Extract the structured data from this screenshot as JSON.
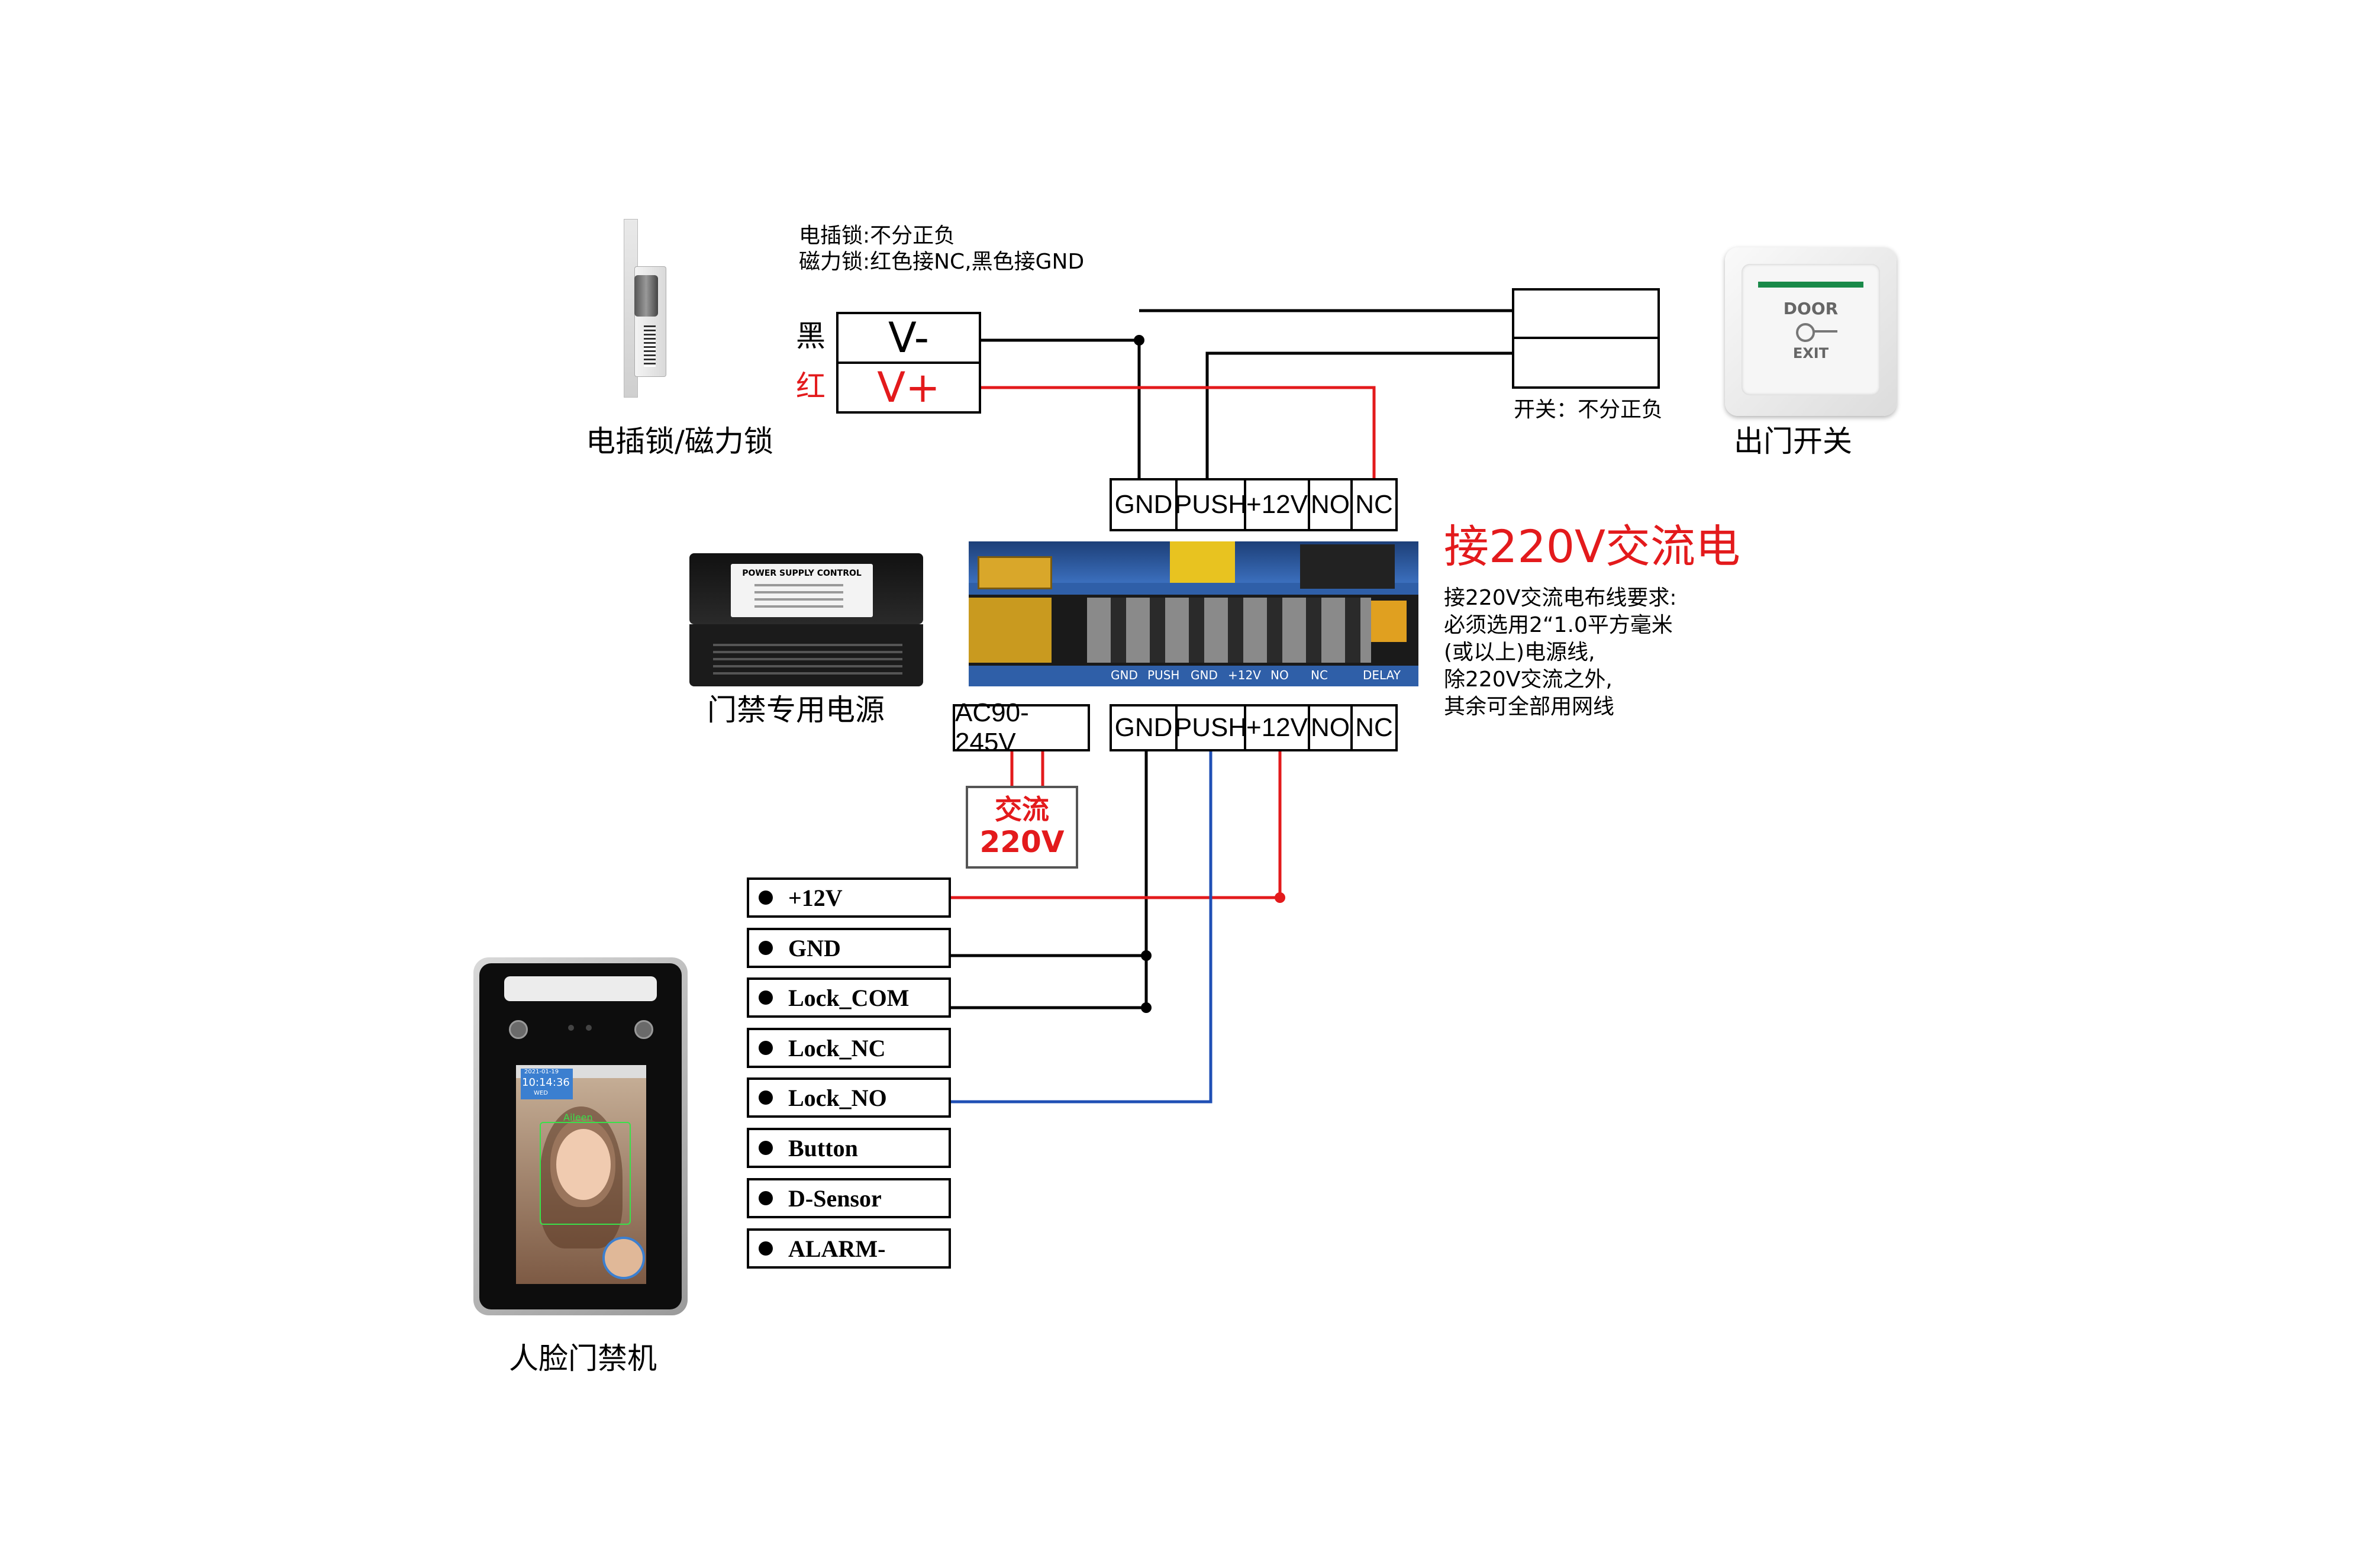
{
  "lock": {
    "label": "电插锁/磁力锁",
    "note_line1": "电插锁:不分正负",
    "note_line2": "磁力锁:红色接NC,黑色接GND",
    "black_label": "黑",
    "red_label": "红",
    "v_minus": "V-",
    "v_plus": "V+"
  },
  "exit_switch": {
    "label": "出门开关",
    "note": "开关：不分正负",
    "door_text": "DOOR",
    "exit_text": "EXIT"
  },
  "power_supply": {
    "label": "门禁专用电源",
    "product_title": "POWER SUPPLY CONTROL",
    "top_terminals": [
      "GND",
      "PUSH",
      "+12V",
      "NO",
      "NC"
    ],
    "bottom_terminals": [
      "GND",
      "PUSH",
      "+12V",
      "NO",
      "NC"
    ],
    "ac_terminal": "AC90-245V",
    "ac_line1": "交流",
    "ac_line2": "220V",
    "board_labels": [
      "GND",
      "PUSH",
      "GND",
      "+12V",
      "NO",
      "NC",
      "DELAY"
    ]
  },
  "ac_note": {
    "title": "接220V交流电",
    "lines": [
      "接220V交流电布线要求:",
      "必须选用2“1.0平方毫米",
      "(或以上)电源线,",
      "除220V交流之外,",
      "其余可全部用网线"
    ]
  },
  "face_terminal": {
    "label": "人脸门禁机",
    "pins": [
      "+12V",
      "GND",
      "Lock_COM",
      "Lock_NC",
      "Lock_NO",
      "Button",
      "D-Sensor",
      "ALARM-"
    ],
    "screen_date": "2021-01-19",
    "screen_time": "10:14:36",
    "screen_day": "WED",
    "screen_name": "Aileen"
  },
  "colors": {
    "wire_black": "#000000",
    "wire_red": "#e31a1c",
    "wire_blue": "#1f4fb5",
    "label_red": "#e31a1c"
  }
}
